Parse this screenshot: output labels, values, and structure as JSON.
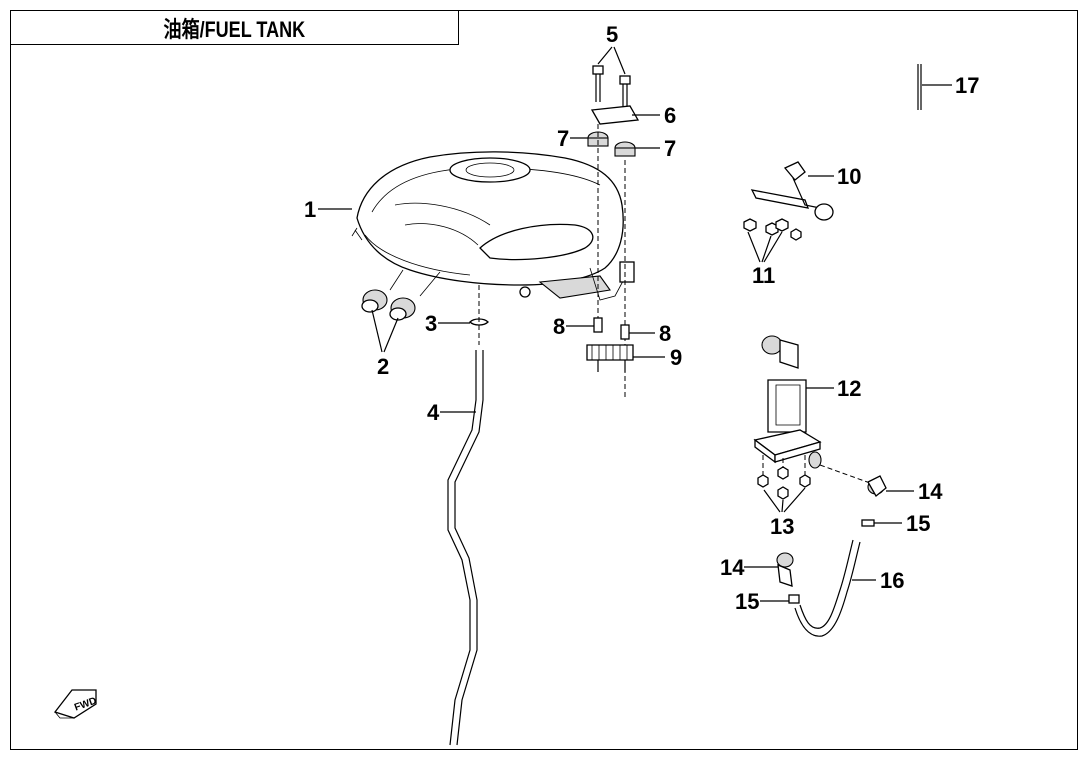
{
  "title": "油箱/FUEL TANK",
  "callouts": [
    "1",
    "2",
    "3",
    "4",
    "5",
    "6",
    "7",
    "7",
    "8",
    "8",
    "9",
    "10",
    "11",
    "12",
    "13",
    "14",
    "14",
    "15",
    "15",
    "16",
    "17"
  ],
  "fwd_label": "FWD",
  "icons": {
    "forward": "forward-arrow-icon"
  }
}
